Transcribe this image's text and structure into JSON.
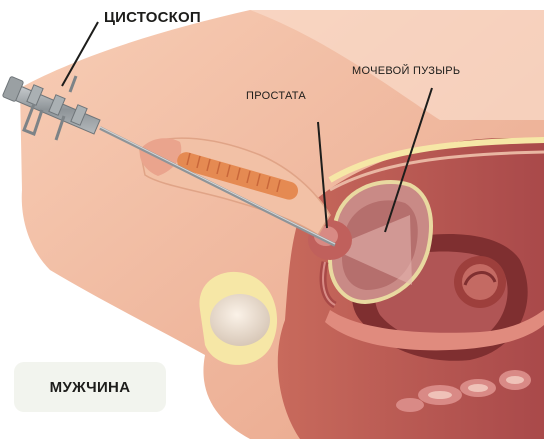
{
  "labels": {
    "cystoscope": "ЦИСТОСКОП",
    "prostate": "ПРОСТАТА",
    "bladder": "МОЧЕВОЙ ПУЗЫРЬ"
  },
  "badge": {
    "text": "МУЖЧИНА"
  },
  "colors": {
    "skin": "#f0b89a",
    "skin_shadow": "#d9907a",
    "tissue": "#c96a5e",
    "tissue_dark": "#8f3b37",
    "bladder": "#c98a86",
    "fat_yellow": "#f6e7a6",
    "instrument": "#9ea3a6",
    "badge_bg": "#f2f4ee"
  }
}
